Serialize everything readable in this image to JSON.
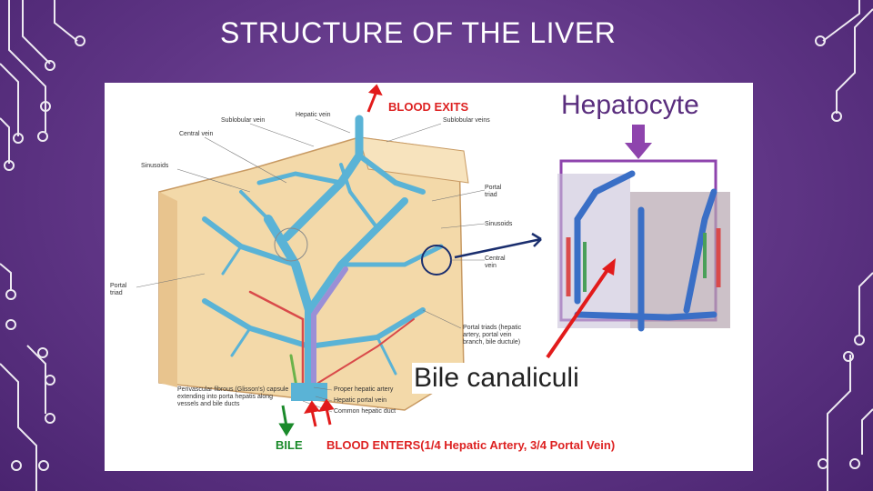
{
  "slide": {
    "title": "STRUCTURE OF THE LIVER"
  },
  "diagram": {
    "labels": {
      "hepatic_vein": "Hepatic vein",
      "sublobular_vein_left": "Sublobular vein",
      "central_vein_left": "Central vein",
      "sinusoids_left": "Sinusoids",
      "portal_triad_left": "Portal triad",
      "sublobular_veins_right": "Sublobular veins",
      "portal_triad_right": "Portal triad",
      "sinusoids_right": "Sinusoids",
      "central_vein_right": "Central vein",
      "portal_triads_detail": "Portal triads (hepatic artery, portal vein branch, bile ductule)",
      "perivascular": "Perivascular fibrous (Glisson's) capsule extending into porta hepatis along vessels and bile ducts",
      "proper_hepatic_artery": "Proper hepatic artery",
      "hepatic_portal_vein": "Hepatic portal vein",
      "common_hepatic_duct": "Common hepatic duct"
    },
    "blood_exits": "BLOOD EXITS",
    "blood_enters": "BLOOD ENTERS(1/4 Hepatic Artery, 3/4 Portal Vein)",
    "bile": "BILE",
    "hepatocyte": "Hepatocyte",
    "bile_canaliculi": "Bile canaliculi"
  },
  "colors": {
    "accent_purple": "#8e44ad",
    "arrow_red": "#e21b1b",
    "arrow_green": "#1a8a2a",
    "vein_blue": "#5ab3d6",
    "artery_red": "#d94a4a"
  }
}
